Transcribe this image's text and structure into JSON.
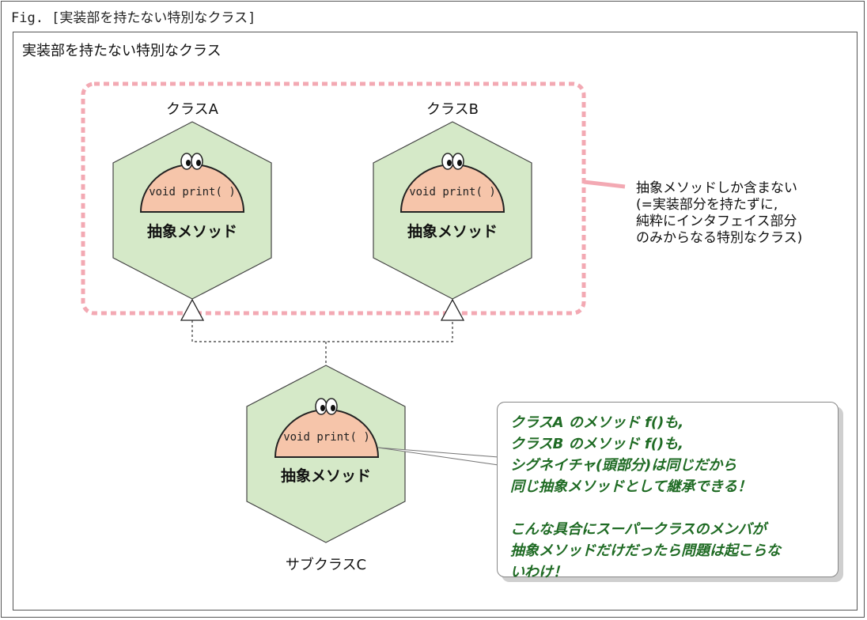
{
  "figure": {
    "caption": "Fig. [実装部を持たない特別なクラス]",
    "title": "実装部を持たない特別なクラス"
  },
  "classes": [
    {
      "name": "クラスA",
      "signature": "void print( )",
      "method_label": "抽象メソッド"
    },
    {
      "name": "クラスB",
      "signature": "void print( )",
      "method_label": "抽象メソッド"
    },
    {
      "name": "サブクラスC",
      "signature": "void print( )",
      "method_label": "抽象メソッド"
    }
  ],
  "side_note": {
    "lines": [
      "抽象メソッドしか含まない",
      "(=実装部分を持たずに,",
      "純粋にインタフェイス部分",
      "のみからなる特別なクラス)"
    ]
  },
  "callout": {
    "lines": [
      "クラスA のメソッド f()も,",
      "クラスB のメソッド f()も,",
      "シグネイチャ(頭部分)は同じだから",
      "同じ抽象メソッドとして継承できる！",
      "",
      "こんな具合にスーパークラスのメンバが",
      "抽象メソッドだけだったら問題は起こらな",
      "いわけ！"
    ]
  },
  "colors": {
    "hexagon_fill": "#d5e9c8",
    "hexagon_stroke": "#444444",
    "face_fill": "#f6c5aa",
    "dashed_group": "#f3a9b3",
    "callout_text": "#1f6b24"
  }
}
